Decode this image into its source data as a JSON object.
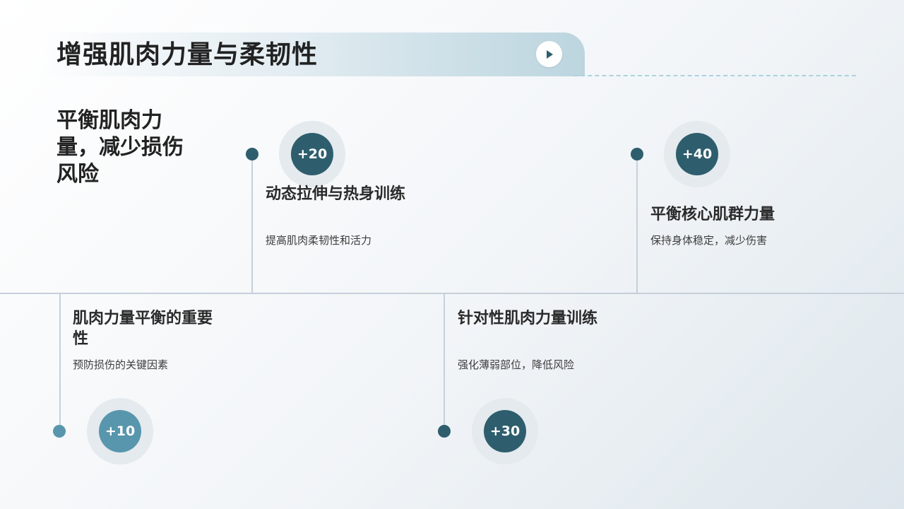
{
  "header": {
    "title": "增强肌肉力量与柔韧性",
    "play_icon": "play-icon"
  },
  "side_heading": "平衡肌肉力量，减少损伤风险",
  "colors": {
    "dark_teal": "#2e5e6d",
    "light_teal": "#5896ad",
    "axis": "#c6d0da"
  },
  "timeline": [
    {
      "badge": "+10",
      "title": "肌肉力量平衡的重要性",
      "desc": "预防损伤的关键因素"
    },
    {
      "badge": "+20",
      "title": "动态拉伸与热身训练",
      "desc": "提高肌肉柔韧性和活力"
    },
    {
      "badge": "+30",
      "title": "针对性肌肉力量训练",
      "desc": "强化薄弱部位，降低风险"
    },
    {
      "badge": "+40",
      "title": "平衡核心肌群力量",
      "desc": "保持身体稳定，减少伤害"
    }
  ]
}
